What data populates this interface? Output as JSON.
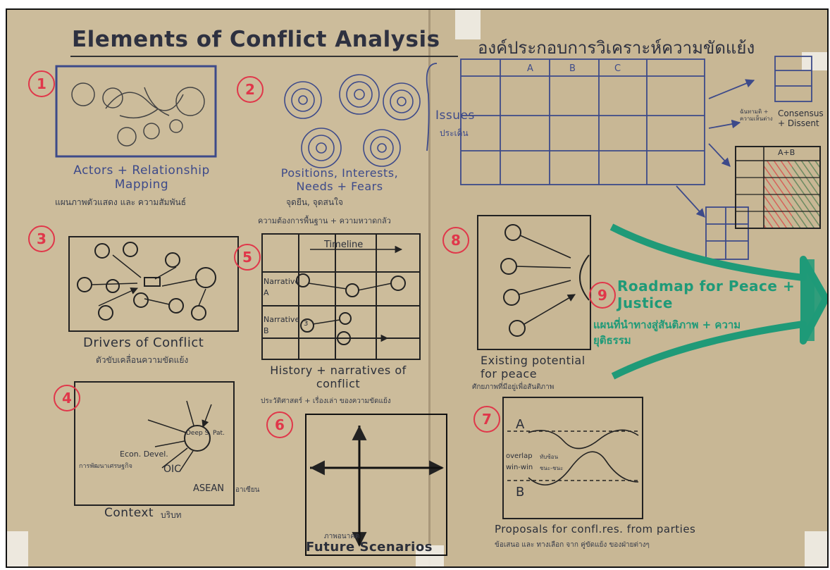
{
  "title": {
    "english": "Elements of Conflict Analysis",
    "thai": "องค์ประกอบการวิเคราะห์ความขัดแย้ง"
  },
  "sections": [
    {
      "number": "1",
      "label": "Actors + Relationship Mapping",
      "thai": "แผนภาพตัวแสดง และ ความสัมพันธ์"
    },
    {
      "number": "2",
      "label": "Positions, Interests, Needs + Fears",
      "thai1": "จุดยืน, จุดสนใจ",
      "thai2": "ความต้องการพื้นฐาน + ความหวาดกลัว"
    },
    {
      "number": "3",
      "label": "Drivers of Conflict",
      "thai": "ตัวขับเคลื่อนความขัดแย้ง"
    },
    {
      "number": "4",
      "label": "Context",
      "thai": "บริบท",
      "items": {
        "deep": "Deep S. Pat.",
        "econ": "Econ. Devel.",
        "econ_thai": "การพัฒนาเศรษฐกิจ",
        "oic": "OIC",
        "asean": "ASEAN",
        "asean_thai": "อาเซียน"
      }
    },
    {
      "number": "5",
      "label": "History + narratives of conflict",
      "thai": "ประวัติศาสตร์ + เรื่องเล่า ของความขัดแย้ง",
      "timeline": "Timeline",
      "narrative_a": "Narrative A",
      "narrative_b": "Narrative B",
      "circle_num": "3"
    },
    {
      "number": "6",
      "label": "Future Scenarios",
      "thai": "ภาพอนาคต"
    },
    {
      "number": "7",
      "label": "Proposals for confl.res. from parties",
      "thai": "ข้อเสนอ และ ทางเลือก จาก คู่ขัดแย้ง ของฝ่ายต่างๆ",
      "a": "A",
      "b": "B",
      "overlap": "overlap",
      "winwin": "win-win",
      "overlap_thai": "ทับซ้อน",
      "winwin_thai": "ชนะ-ชนะ"
    },
    {
      "number": "8",
      "label": "Existing potential for peace",
      "thai": "ศักยภาพที่มีอยู่เพื่อสันติภาพ"
    },
    {
      "number": "9",
      "label": "Roadmap for Peace + Justice",
      "thai": "แผนที่นำทางสู่สันติภาพ + ความยุติธรรม"
    }
  ],
  "issues": {
    "label": "Issues",
    "thai": "ประเด็น",
    "columns": [
      "A",
      "B",
      "C"
    ],
    "consensus": "Consensus + Dissent",
    "consensus_thai": "ฉันทามติ + ความเห็นต่าง",
    "ab_label": "A+B"
  },
  "colors": {
    "paper": "#c9b896",
    "ink_blue": "#3d4a8a",
    "ink_black": "#222222",
    "number_red": "#e0374a",
    "roadmap_green": "#1f9a78",
    "hatch_red": "#d9534f",
    "hatch_green": "#3ca36a"
  }
}
